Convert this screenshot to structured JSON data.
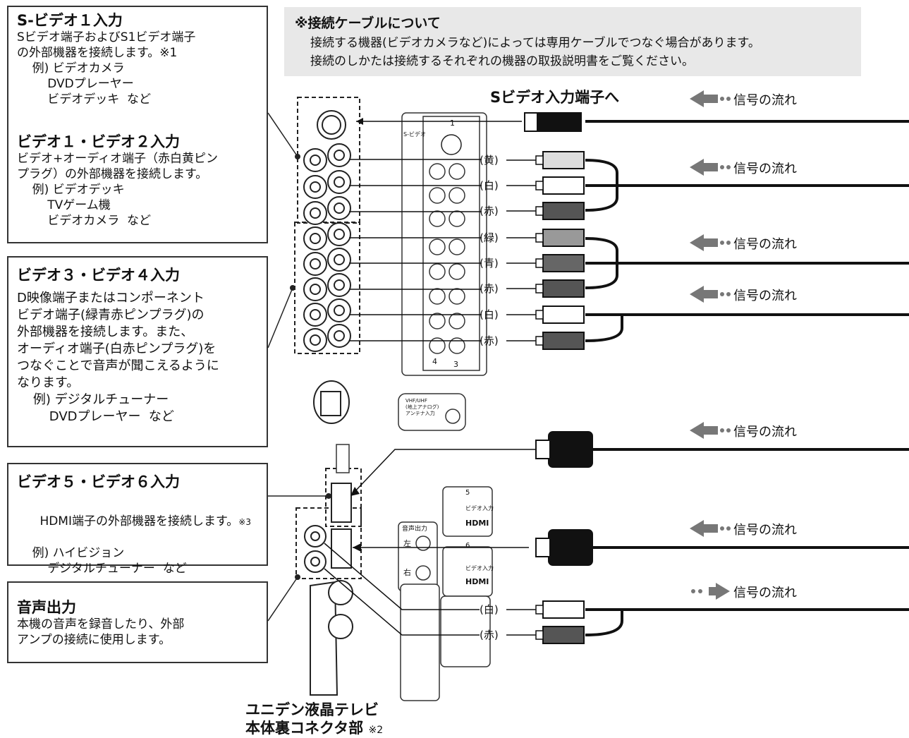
{
  "note": {
    "title": "※接続ケーブルについて",
    "text": "接続する機器(ビデオカメラなど)によっては専用ケーブルでつなぐ場合があります。\n接続のしかたは接続するそれぞれの機器の取扱説明書をご覧ください。"
  },
  "boxes": {
    "svideo": {
      "title": "S-ビデオ１入力",
      "desc": "Sビデオ端子およびS1ビデオ端子\nの外部機器を接続します。※1\n    例) ビデオカメラ\n        DVDプレーヤー\n        ビデオデッキ  など"
    },
    "video12": {
      "title": "ビデオ１・ビデオ２入力",
      "desc": "ビデオ+オーディオ端子（赤白黄ピン\nプラグ）の外部機器を接続します。\n    例) ビデオデッキ\n        TVゲーム機\n        ビデオカメラ  など"
    },
    "video34": {
      "title": "ビデオ３・ビデオ４入力",
      "desc": "D映像端子またはコンポーネント\nビデオ端子(緑青赤ピンプラグ)の\n外部機器を接続します。また、\nオーディオ端子(白赤ピンプラグ)を\nつなぐことで音声が聞こえるように\nなります。\n    例) デジタルチューナー\n        DVDプレーヤー  など"
    },
    "video56": {
      "title": "ビデオ５・ビデオ６入力",
      "desc": "HDMI端子の外部機器を接続します。",
      "note": "※3",
      "desc2": "    例) ハイビジョン\n        デジタルチューナー  など"
    },
    "audio_out": {
      "title": "音声出力",
      "desc": "本機の音声を録音したり、外部\nアンプの接続に使用します。"
    }
  },
  "svideo_label": "Sビデオ入力端子へ",
  "signal_flow": "信号の流れ",
  "colors": {
    "yellow": "(黄)",
    "white": "(白)",
    "red": "(赤)",
    "green": "(緑)",
    "blue": "(青)"
  },
  "footer": {
    "line1": "ユニデン液晶テレビ",
    "line2": "本体裏コネクタ部",
    "note": "※2"
  },
  "panel": {
    "col1": "1",
    "col4": "4",
    "col3": "3",
    "sv": "S-ビデオ",
    "hdmi5": "5",
    "hdmi6": "6",
    "video_in": "ビデオ入力",
    "hdmi": "HDMI",
    "audio_out_label": "音声出力",
    "left": "左",
    "right": "右",
    "antenna": "VHF/UHF\n(地上アナログ)\nアンテナ入力"
  }
}
